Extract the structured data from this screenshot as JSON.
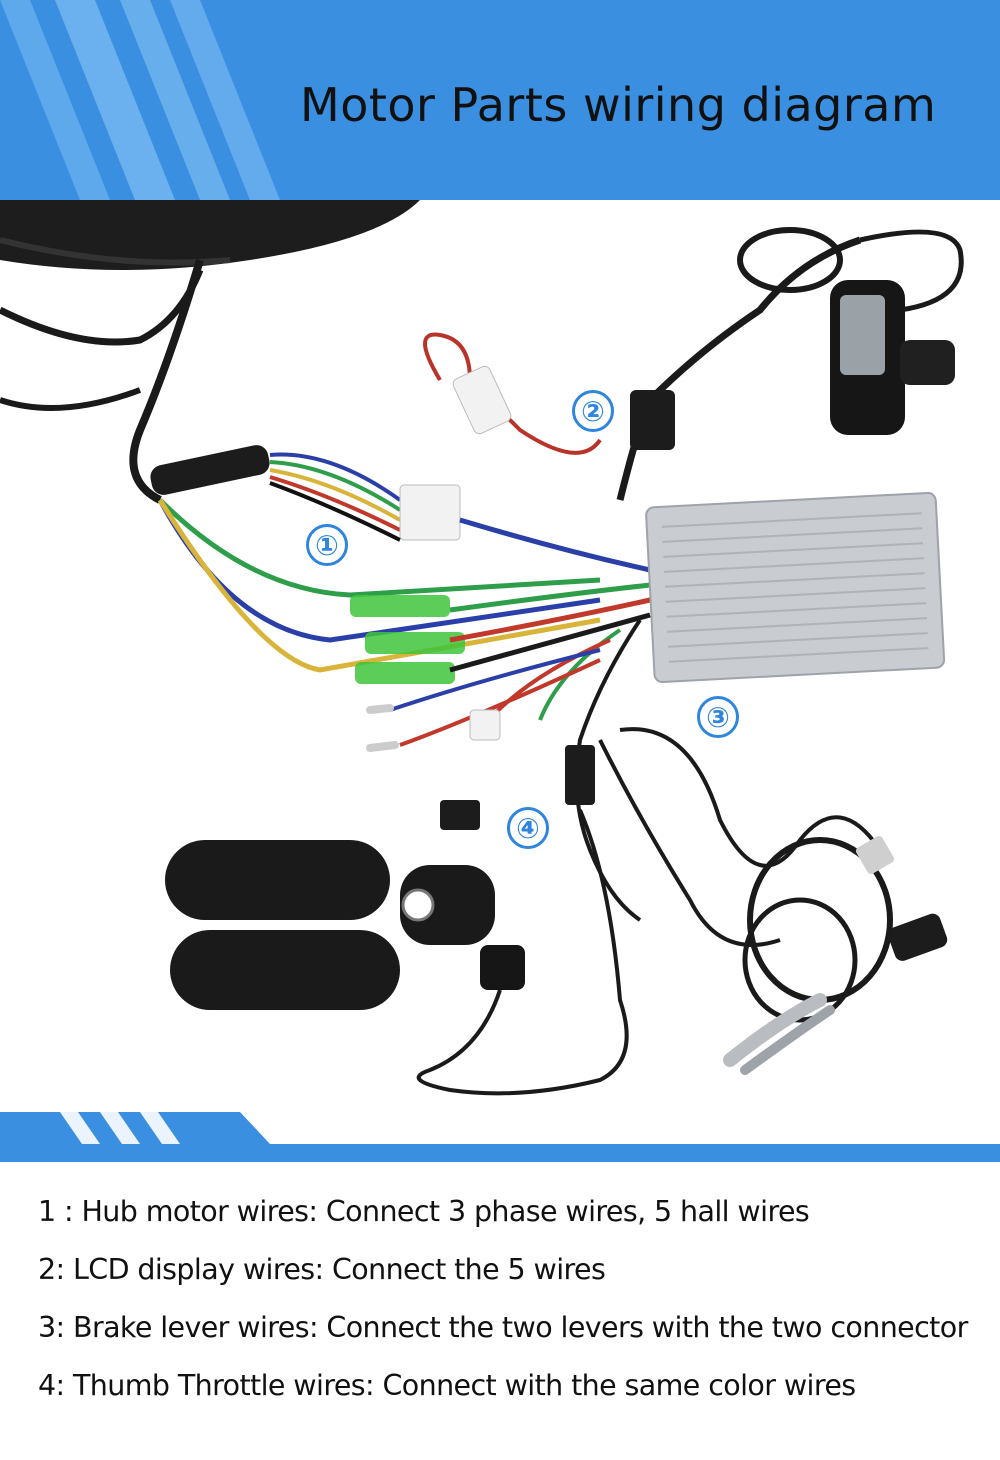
{
  "header": {
    "title": "Motor Parts wiring diagram",
    "color": "#3a8fe0"
  },
  "markers": [
    {
      "label": "①"
    },
    {
      "label": "②"
    },
    {
      "label": "③"
    },
    {
      "label": "④"
    }
  ],
  "legend": [
    "1 :  Hub motor wires: Connect 3 phase wires, 5 hall wires",
    "2:  LCD display wires: Connect the 5 wires",
    "3:  Brake lever wires: Connect the two levers with the two connector",
    "4:  Thumb Throttle wires: Connect with the same color wires"
  ],
  "colors": {
    "accent": "#2f86dc",
    "wire_green": "#2e9e4a",
    "wire_blue": "#2b3fa8",
    "wire_red": "#c0392b",
    "wire_yellow": "#d8b53a",
    "controller": "#c9ccd1"
  }
}
